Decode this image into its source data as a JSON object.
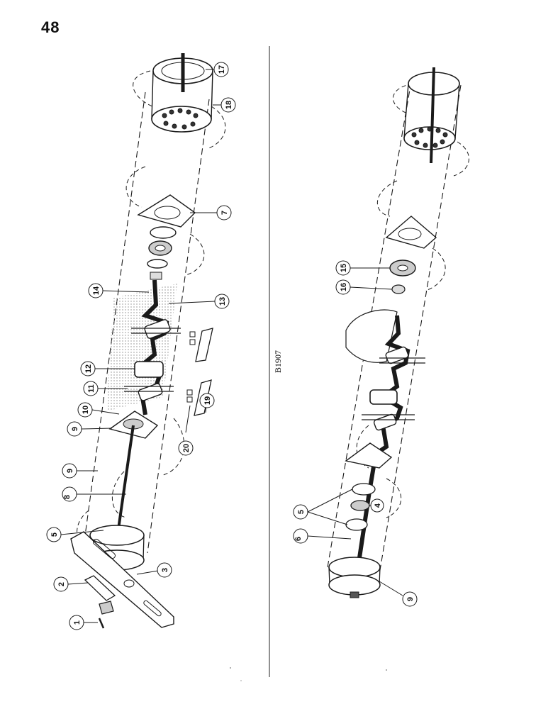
{
  "page": {
    "number": "48"
  },
  "figure": {
    "code": "B1907"
  },
  "colors": {
    "ink": "#1a1a1a",
    "shade": "#b0b0b0",
    "paper": "#ffffff"
  },
  "left_view": {
    "callouts": [
      "1",
      "2",
      "3",
      "5",
      "7",
      "8",
      "9",
      "9",
      "10",
      "11",
      "12",
      "13",
      "14",
      "17",
      "18",
      "19",
      "20"
    ]
  },
  "right_view": {
    "callouts": [
      "4",
      "5",
      "6",
      "9",
      "15",
      "16"
    ]
  }
}
